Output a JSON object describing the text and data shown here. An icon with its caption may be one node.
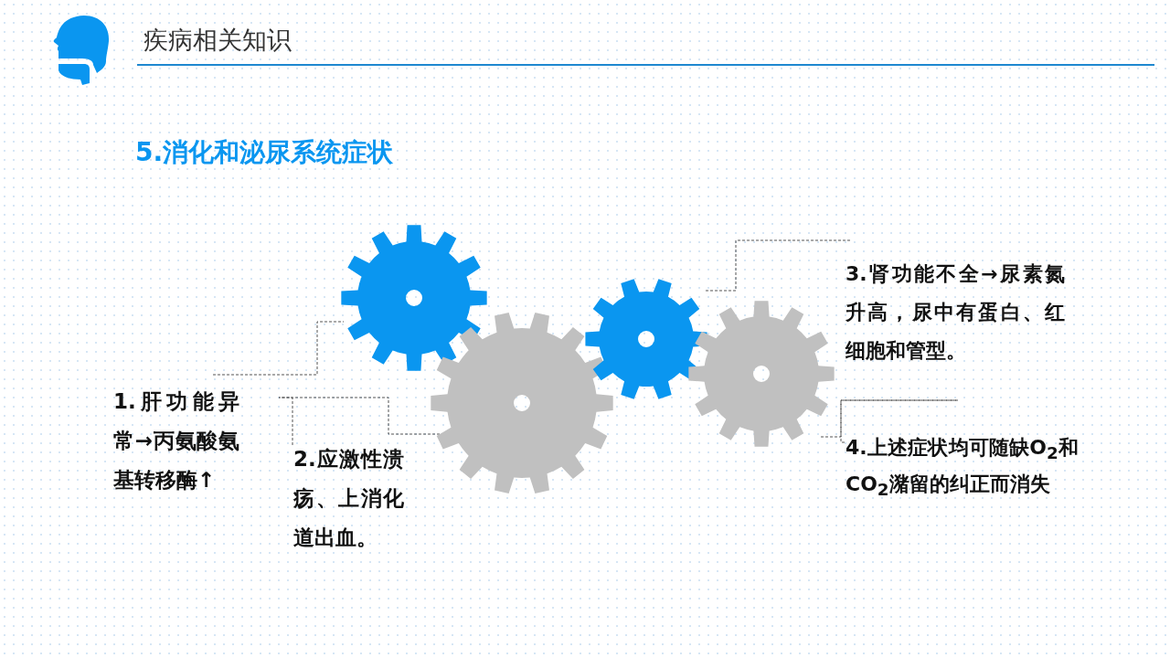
{
  "diagram": {
    "title": "疾病相关知识",
    "nodes": [
      {
        "text": [
          "1.肝功能异常→丙氨酸氨基转移酶↑"
        ]
      },
      {
        "text": [
          "2.应激性溃疡、上消化道出血。"
        ]
      },
      {
        "text": [
          "3.肾功能不全→尿素氮升高，尿中有蛋白、红细胞和管型。"
        ]
      },
      {
        "text": [
          "4.上述症状均可随缺O$_{2}$和CO$_{2}$潴留的纠正而消失"
        ]
      },
      {
        "text": [],
        "shape": "gear"
      },
      {
        "text": [],
        "shape": "gear"
      },
      {
        "text": [],
        "shape": "gear"
      },
      {
        "text": [],
        "shape": "gear"
      }
    ],
    "edges": [
      {
        "from": 0,
        "to": 4,
        "arrow": "none",
        "style": "dashed"
      },
      {
        "from": 1,
        "to": 5,
        "arrow": "none",
        "style": "dashed"
      },
      {
        "from": 2,
        "to": 6,
        "arrow": "none",
        "style": "dashed"
      },
      {
        "from": 3,
        "to": 7,
        "arrow": "none",
        "style": "dashed"
      }
    ],
    "labels": [
      "5.消化和泌尿系统症状"
    ]
  }
}
